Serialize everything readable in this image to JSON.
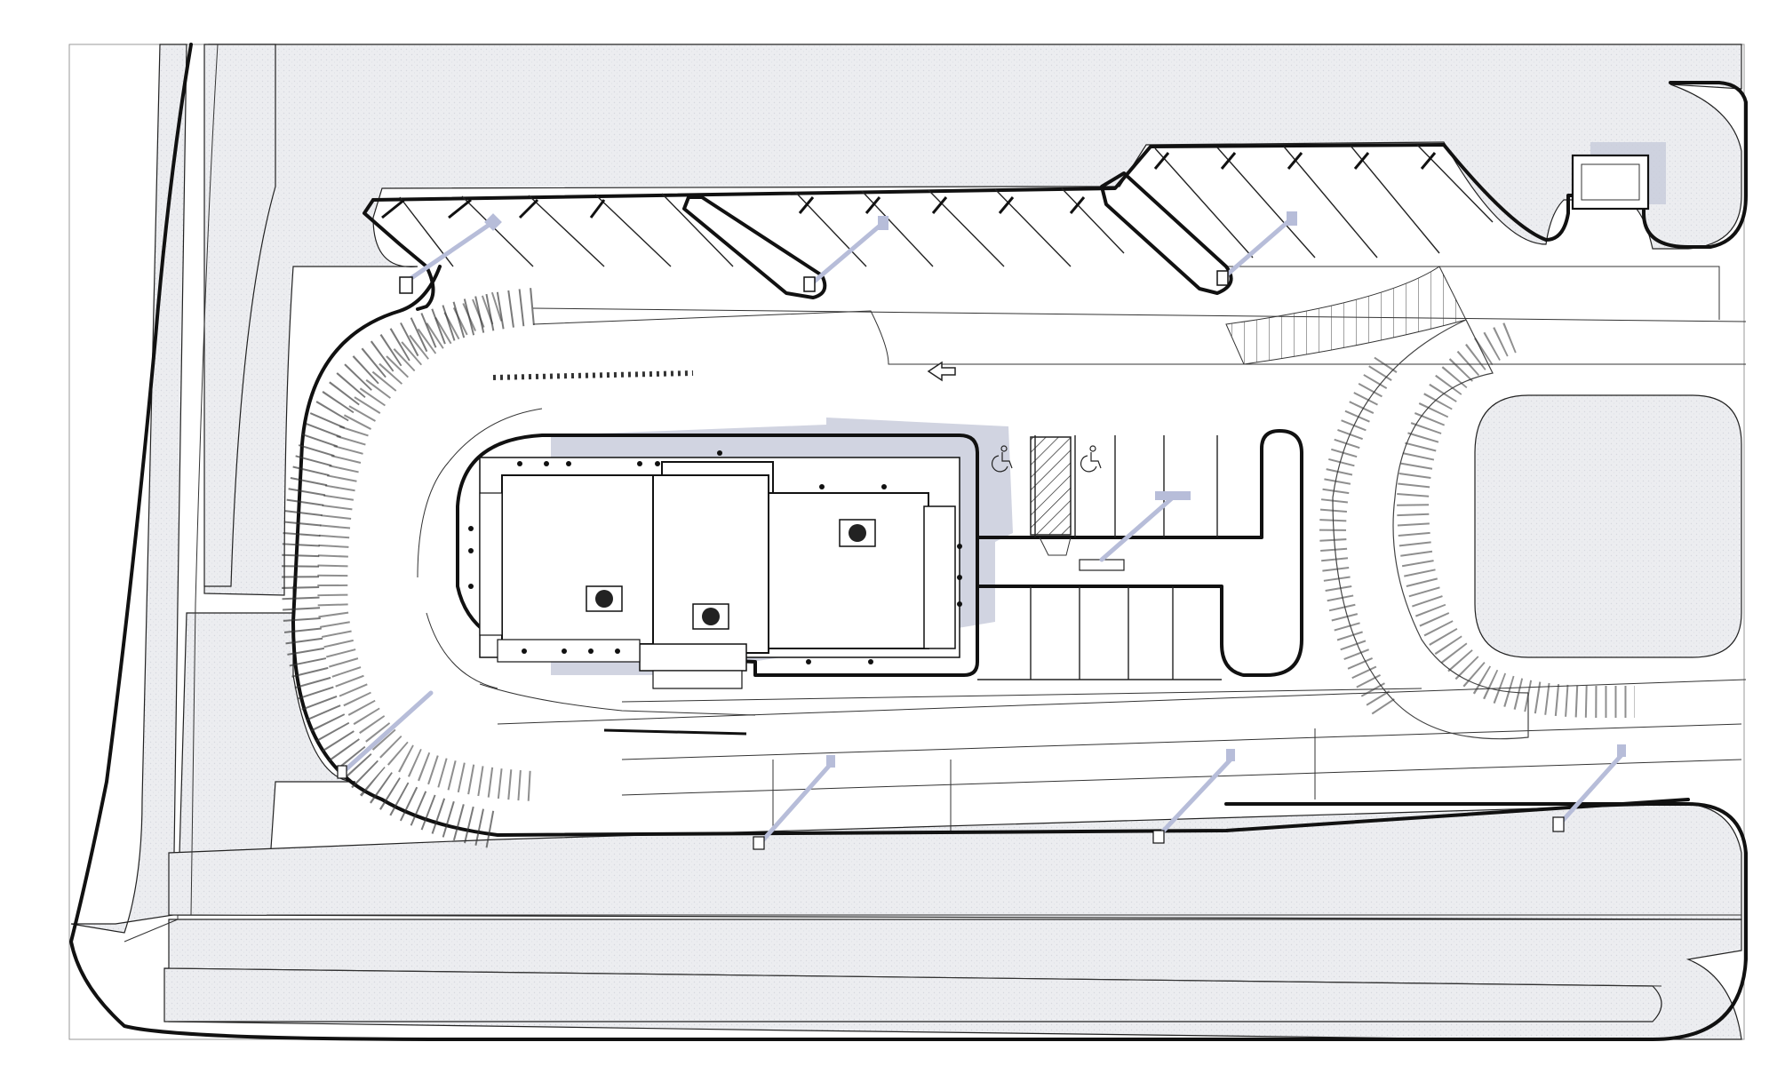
{
  "colors": {
    "background": "#ffffff",
    "pavement": "#ffffff",
    "landscape": "#ecedf0",
    "linework": "#111111",
    "shadow": "#c9ccdc",
    "light_pole": "#b7bdd9",
    "roof": "#ffffff"
  },
  "drawing": {
    "type": "site-plan",
    "view": "aerial top-down",
    "elements": [
      "building-roof",
      "rooftop-hvac-units",
      "drive-through-lane",
      "angled-parking-stalls",
      "accessible-parking-stalls",
      "hatched-access-aisle",
      "light-poles",
      "landscape-islands",
      "dumpster-enclosure",
      "direction-arrow",
      "perimeter-curbs"
    ],
    "icons": [
      "accessible-symbol-icon",
      "direction-arrow-icon",
      "hvac-fan-icon",
      "light-pole-icon"
    ]
  }
}
